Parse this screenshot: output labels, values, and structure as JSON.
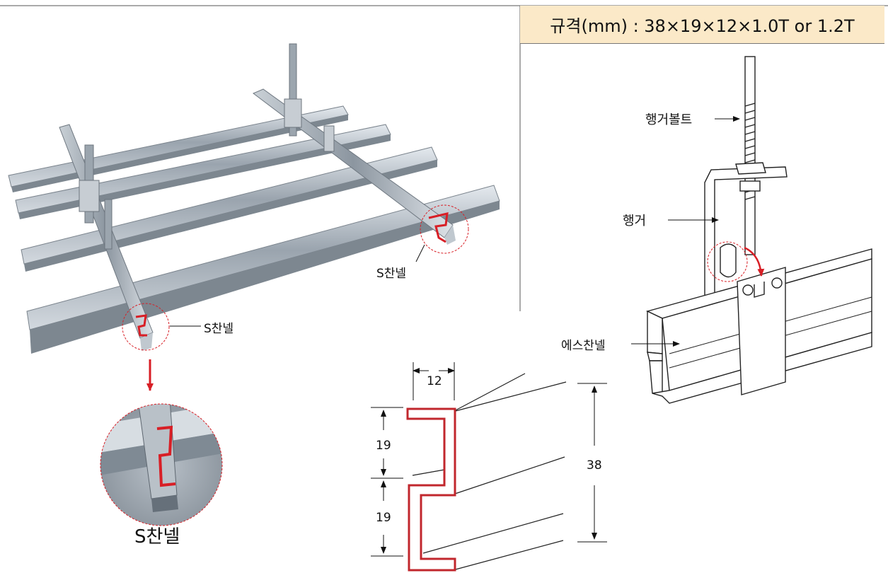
{
  "spec": {
    "text": "규격(mm) : 38×19×12×1.0T or 1.2T"
  },
  "labels": {
    "photo_channel_right": "S찬넬",
    "photo_channel_left": "S찬넬",
    "zoom_caption": "S찬넬",
    "hanger_bolt": "행거볼트",
    "hanger": "행거",
    "s_channel": "에스찬넬"
  },
  "dimensions": {
    "width": "12",
    "upper": "19",
    "lower": "19",
    "height": "38"
  },
  "colors": {
    "accent": "#d81f26",
    "spec_bg": "#fbe9c8",
    "line": "#222222",
    "metal": "#a9b3bd"
  }
}
